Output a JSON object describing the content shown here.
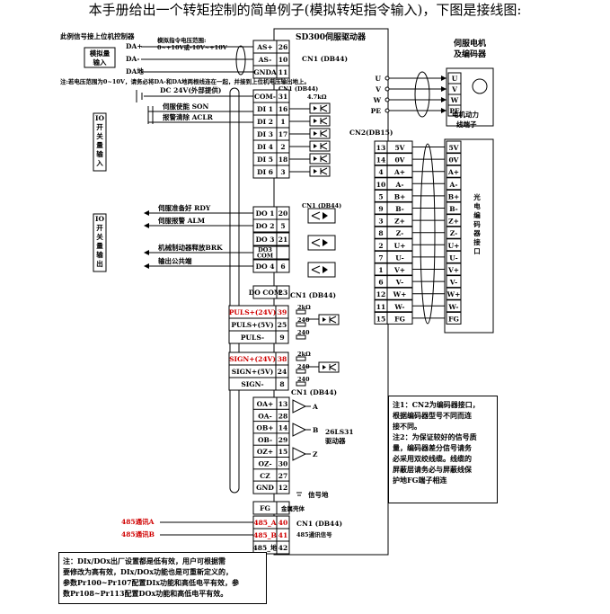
{
  "title": "本手册给出一个转矩控制的简单例子(模拟转矩指令输入)，下图是接线图:",
  "upper_controller": "此例信号接上位机控制器",
  "driver_name": "SD300伺服驱动器",
  "motor_title": [
    "伺服电机",
    "及编码器"
  ],
  "motor_power_terminal": [
    "电机动力",
    "线端子"
  ],
  "analog_box": [
    "模拟量",
    "输入"
  ],
  "analog_range": [
    "模拟指令电压范围:",
    "0~+10V或-10V~+10V"
  ],
  "analog_note": "注:若电压范围为0~10V，请务必将DA-和DA地两根线连在一起，并接到上位机电压输出地上。",
  "analog_wires": [
    "DA+",
    "DA-",
    "DA地"
  ],
  "analog_pins": [
    {
      "name": "AS+",
      "num": "26"
    },
    {
      "name": "AS-",
      "num": "10"
    },
    {
      "name": "GNDA",
      "num": "11"
    }
  ],
  "cn1_label": "CN1 (DB44)",
  "cn2_label": "CN2(DB15)",
  "io_in_box": [
    "IO",
    "开",
    "关",
    "量",
    "输",
    "入"
  ],
  "io_out_box": [
    "IO",
    "开",
    "关",
    "量",
    "输",
    "出"
  ],
  "dc24": "DC 24V(外部提供)",
  "com_pin": {
    "name": "COM-",
    "num": "31"
  },
  "di_signals": [
    "伺服使能 SON",
    "报警清除 ACLR"
  ],
  "di_pins": [
    {
      "name": "DI 1",
      "num": "16"
    },
    {
      "name": "DI 2",
      "num": "1"
    },
    {
      "name": "DI 3",
      "num": "17"
    },
    {
      "name": "DI 4",
      "num": "2"
    },
    {
      "name": "DI 5",
      "num": "18"
    },
    {
      "name": "DI 6",
      "num": "3"
    }
  ],
  "resistor_label": "4.7kΩ",
  "do_signals": [
    "伺服准备好 RDY",
    "伺服报警 ALM",
    "",
    "机械制动器释放BRK",
    "输出公共端"
  ],
  "do_pins": [
    {
      "name": "DO 1",
      "num": "20"
    },
    {
      "name": "DO 2",
      "num": "5"
    },
    {
      "name": "DO 3",
      "num": "21"
    },
    {
      "name": "DO3 COM",
      "num": ""
    },
    {
      "name": "DO 4",
      "num": "6"
    },
    {
      "name": "DO COM",
      "num": "23"
    }
  ],
  "puls_pins": [
    {
      "name": "PULS+(24V)",
      "num": "39",
      "red": true
    },
    {
      "name": "PULS+(5V)",
      "num": "25",
      "red": false
    },
    {
      "name": "PULS-",
      "num": "9",
      "red": false
    }
  ],
  "sign_pins": [
    {
      "name": "SIGN+(24V)",
      "num": "38",
      "red": true
    },
    {
      "name": "SIGN+(5V)",
      "num": "24",
      "red": false
    },
    {
      "name": "SIGN-",
      "num": "8",
      "red": false
    }
  ],
  "resist_vals": [
    "2kΩ",
    "240",
    "240",
    "2kΩ",
    "240",
    "240"
  ],
  "enc_pins": [
    {
      "name": "OA+",
      "num": "13"
    },
    {
      "name": "OA-",
      "num": "28"
    },
    {
      "name": "OB+",
      "num": "14"
    },
    {
      "name": "OB-",
      "num": "29"
    },
    {
      "name": "OZ+",
      "num": "15"
    },
    {
      "name": "OZ-",
      "num": "30"
    },
    {
      "name": "CZ",
      "num": "27"
    },
    {
      "name": "GND",
      "num": "12"
    }
  ],
  "enc_letters": [
    "A",
    "B",
    "Z"
  ],
  "driver_chip": [
    "26LS31",
    "驱动器"
  ],
  "signal_ground": "信号地",
  "fg_pin": "FG",
  "metal_shell": "金属壳体",
  "rs485_pins": [
    {
      "name": "485_A",
      "num": "40",
      "red": true
    },
    {
      "name": "485_B",
      "num": "41",
      "red": true
    },
    {
      "name": "485_地",
      "num": "42",
      "red": false
    }
  ],
  "rs485_wires": [
    "485通讯A",
    "485通讯B"
  ],
  "cn1_485_label": [
    "CN1 (DB44)",
    "485通讯信号"
  ],
  "uvwpe_left": [
    "U",
    "V",
    "W",
    "PE"
  ],
  "uvwpe_right": [
    "U",
    "V",
    "W",
    "PE"
  ],
  "cn2_rows": [
    {
      "num": "13",
      "sig": "5V"
    },
    {
      "num": "14",
      "sig": "0V"
    },
    {
      "num": "4",
      "sig": "A+"
    },
    {
      "num": "10",
      "sig": "A-"
    },
    {
      "num": "5",
      "sig": "B+"
    },
    {
      "num": "9",
      "sig": "B-"
    },
    {
      "num": "3",
      "sig": "Z+"
    },
    {
      "num": "8",
      "sig": "Z-"
    },
    {
      "num": "2",
      "sig": "U+"
    },
    {
      "num": "7",
      "sig": "U-"
    },
    {
      "num": "1",
      "sig": "V+"
    },
    {
      "num": "6",
      "sig": "V-"
    },
    {
      "num": "12",
      "sig": "W+"
    },
    {
      "num": "11",
      "sig": "W-"
    },
    {
      "num": "15",
      "sig": "FG"
    }
  ],
  "motor_enc_rows": [
    "5V",
    "0V",
    "A+",
    "A-",
    "B+",
    "B-",
    "Z+",
    "Z-",
    "U+",
    "U-",
    "V+",
    "V-",
    "W+",
    "W-",
    "FG"
  ],
  "encoder_port_label": [
    "光",
    "电",
    "编",
    "码",
    "器",
    "接",
    "口"
  ],
  "note_right": [
    "注1：CN2为编码器接口，",
    "根据编码器型号不同而连",
    "接不同。",
    "注2：为保证较好的信号质",
    "量，编码器差分信号请务",
    "必采用双绞线缆。线缆的",
    "屏蔽层请务必与屏蔽线保",
    "护地FG端子相连"
  ],
  "note_bottom": [
    "注：DIx/DOx出厂设置都是低有效，用户可根据需",
    "要修改为高有效，DIx/DOx功能也是可重新定义的，",
    "参数Pr100~Pr107配置DIx功能和高低电平有效，参",
    "数Pr108~Pr113配置DOx功能和高低电平有效。"
  ]
}
